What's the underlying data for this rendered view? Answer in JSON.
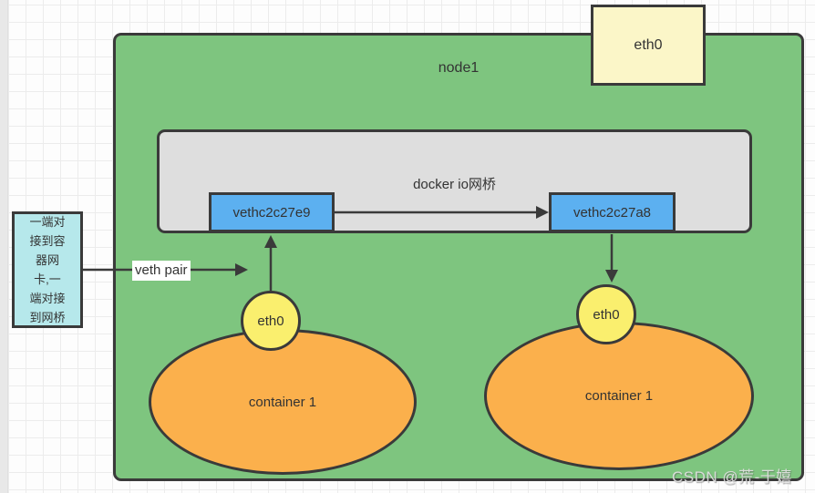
{
  "diagram": {
    "node_label": "node1",
    "host_eth0_label": "eth0",
    "bridge_label": "docker io网桥",
    "veth_endpoints": [
      {
        "label": "vethc2c27e9"
      },
      {
        "label": "vethc2c27a8"
      }
    ],
    "note_text": "一端对\n接到容\n器网\n卡,一\n端对接\n到网桥",
    "veth_pair_label": "veth pair",
    "containers": [
      {
        "label": "container 1",
        "eth_label": "eth0"
      },
      {
        "label": "container 1",
        "eth_label": "eth0"
      }
    ],
    "colors": {
      "node_fill": "#7ec57f",
      "host_eth0_fill": "#fbf6c8",
      "bridge_fill": "#dedede",
      "veth_fill": "#5cb0f0",
      "note_fill": "#b6e8eb",
      "eth_circle_fill": "#faef6e",
      "container_fill": "#fbb04c",
      "outline": "#3a3a3a",
      "grid_line": "#ececec"
    }
  },
  "watermark": {
    "text": "CSDN @荒-于嬉"
  }
}
